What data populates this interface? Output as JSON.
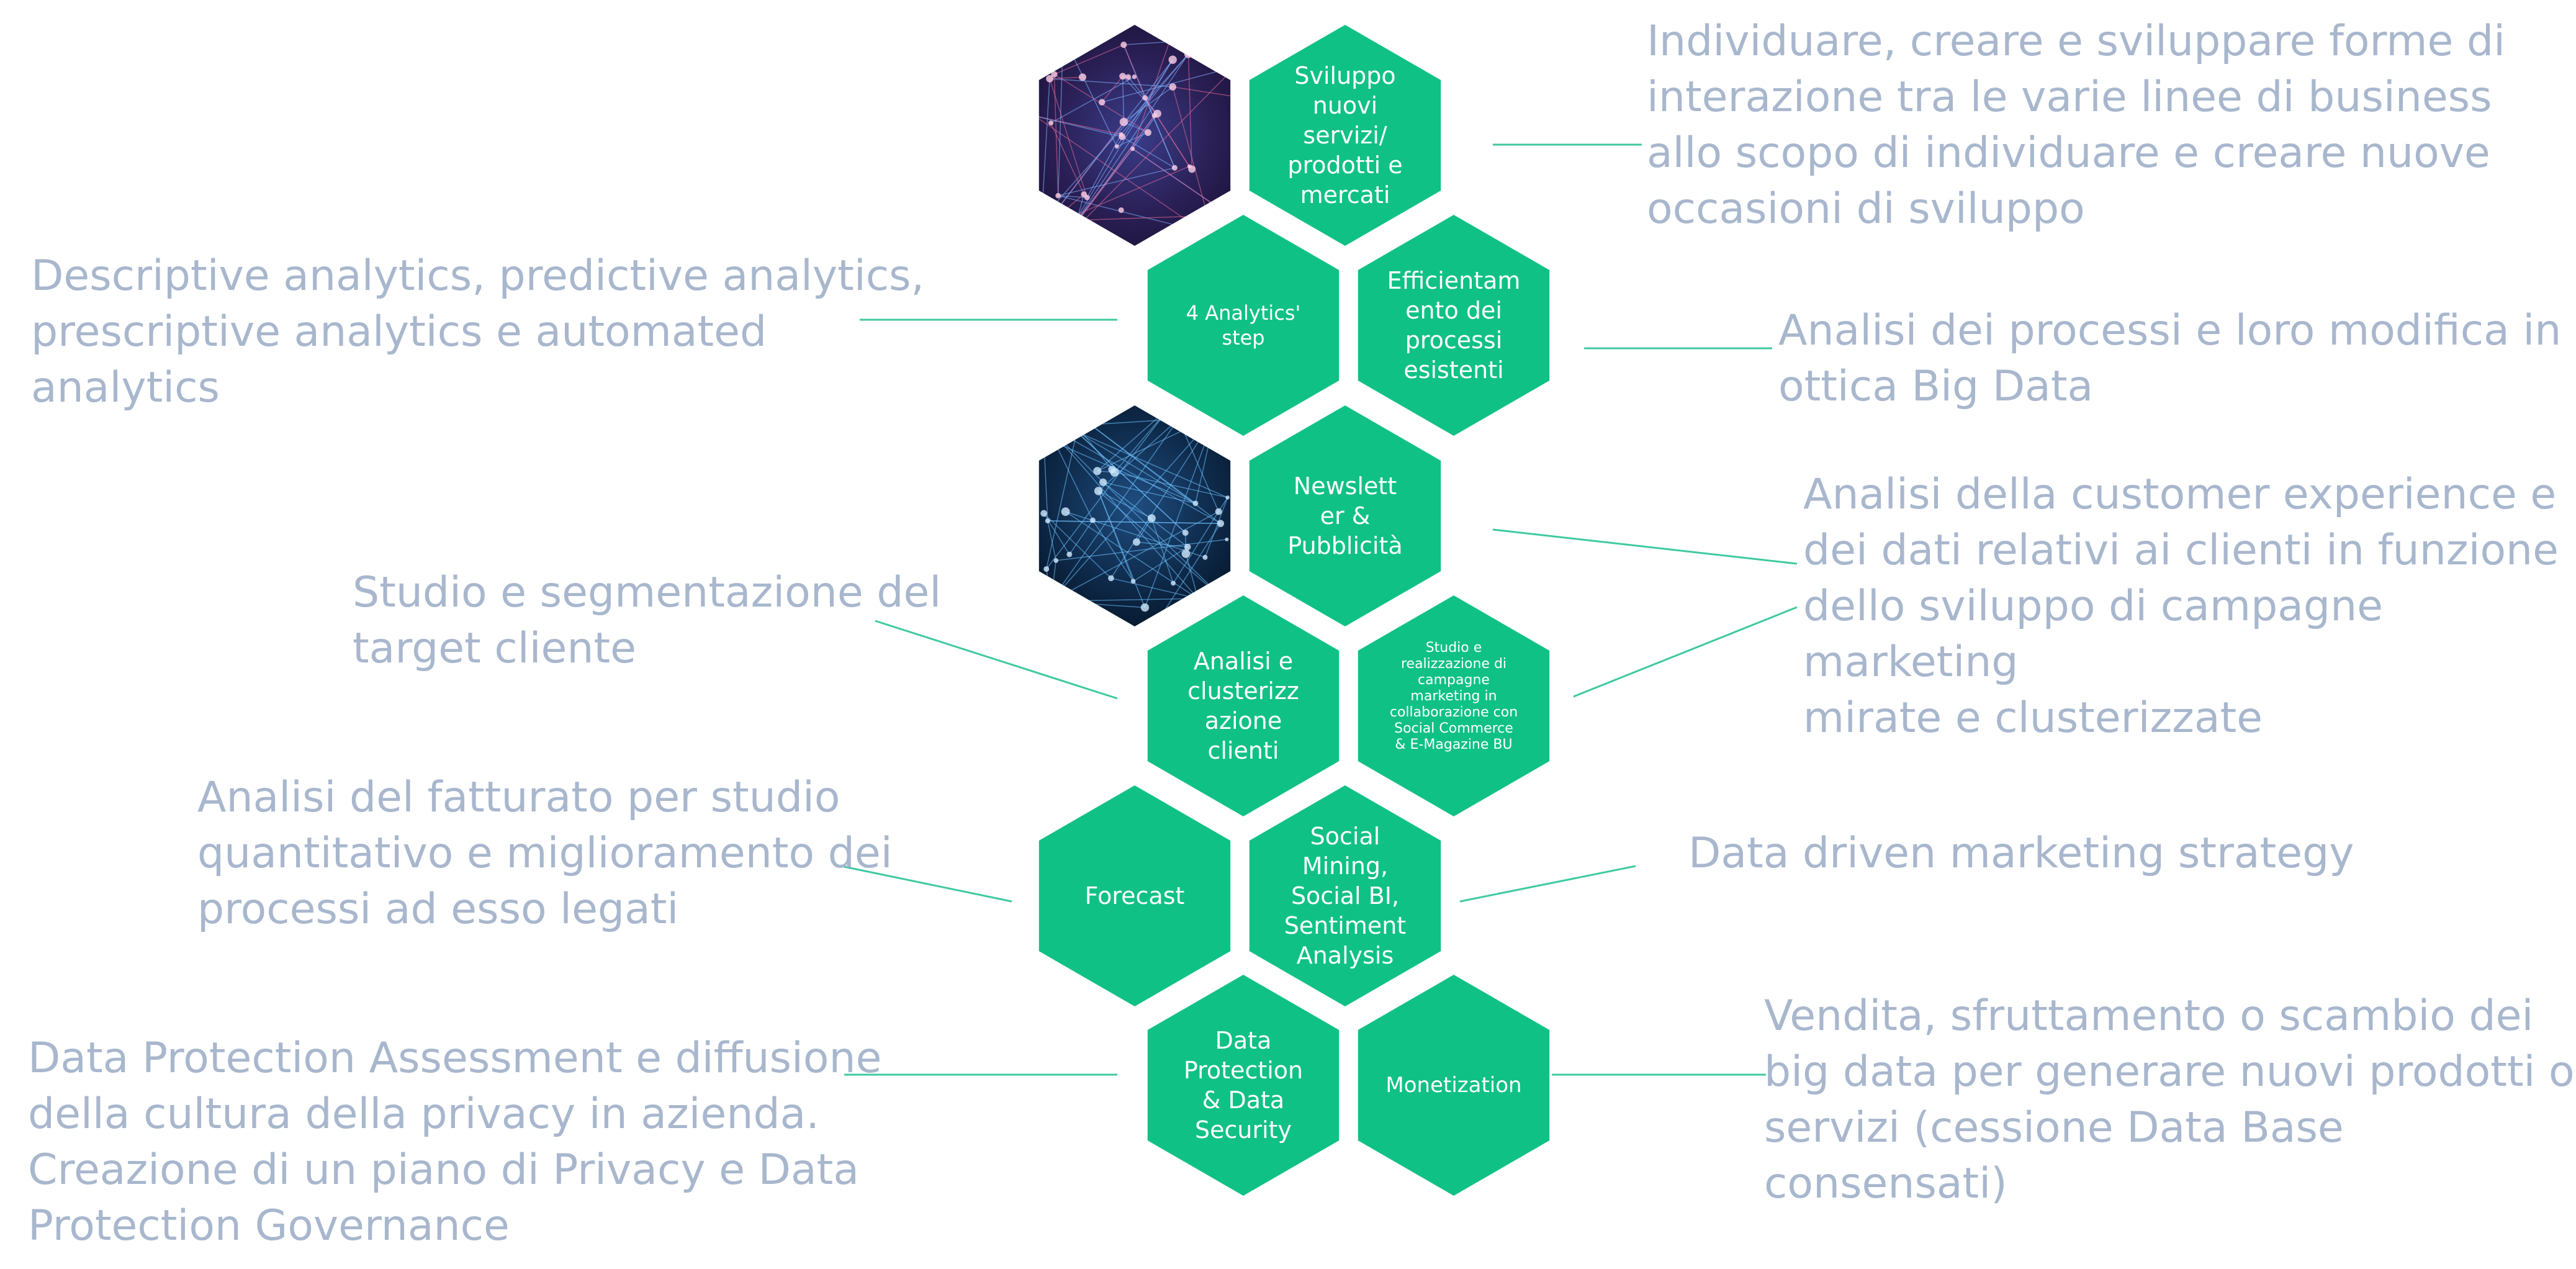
{
  "colors": {
    "hex_green": "#10c185",
    "connector": "#3fc9a0",
    "description_text": "#a8b7cd",
    "label_text": "#ffffff"
  },
  "hexagons": [
    {
      "id": "sviluppo",
      "label": "Sviluppo nuovi servizi/ prodotti e mercati"
    },
    {
      "id": "analytics",
      "label": "4 Analytics' step"
    },
    {
      "id": "efficientamento",
      "label": "Efficientam ento dei processi esistenti"
    },
    {
      "id": "newsletter",
      "label": "Newslett er & Pubblicità"
    },
    {
      "id": "analisi-clienti",
      "label": "Analisi e clusterizz azione clienti"
    },
    {
      "id": "studio-campagne",
      "label": "Studio e realizzazione di campagne marketing in collaborazione con Social Commerce & E-Magazine BU"
    },
    {
      "id": "forecast",
      "label": "Forecast"
    },
    {
      "id": "social-mining",
      "label": "Social Mining, Social BI, Sentiment Analysis"
    },
    {
      "id": "data-protection",
      "label": "Data Protection & Data Security"
    },
    {
      "id": "monetization",
      "label": "Monetization"
    }
  ],
  "images": [
    {
      "id": "network-image",
      "subject": "network-lines-photo"
    },
    {
      "id": "globe-image",
      "subject": "world-map-network-photo"
    }
  ],
  "descriptions": [
    {
      "id": "desc-sviluppo",
      "lines": [
        "Individuare, creare e sviluppare forme di",
        "interazione tra le varie linee di business",
        "allo scopo di individuare e creare nuove",
        "occasioni di sviluppo"
      ]
    },
    {
      "id": "desc-analytics",
      "lines": [
        "Descriptive analytics, predictive analytics,",
        "prescriptive analytics e automated",
        "analytics"
      ]
    },
    {
      "id": "desc-efficientamento",
      "lines": [
        "Analisi dei processi e loro modifica in",
        "ottica Big Data"
      ]
    },
    {
      "id": "desc-customer",
      "lines": [
        "Analisi della customer experience e",
        "dei dati relativi ai clienti in funzione",
        "dello sviluppo di campagne marketing",
        "mirate e clusterizzate"
      ]
    },
    {
      "id": "desc-target",
      "lines": [
        "Studio e segmentazione del",
        "target cliente"
      ]
    },
    {
      "id": "desc-fatturato",
      "lines": [
        "Analisi del fatturato per studio",
        "quantitativo e miglioramento dei",
        "processi ad esso legati"
      ]
    },
    {
      "id": "desc-marketing",
      "lines": [
        "Data driven marketing strategy"
      ]
    },
    {
      "id": "desc-privacy",
      "lines": [
        "Data Protection Assessment e diffusione",
        "della cultura della privacy in azienda.",
        "Creazione di un piano di Privacy e Data",
        "Protection Governance"
      ]
    },
    {
      "id": "desc-monetization",
      "lines": [
        "Vendita, sfruttamento o scambio dei",
        "big data per generare nuovi prodotti o",
        "servizi (cessione Data Base consensati)"
      ]
    }
  ]
}
